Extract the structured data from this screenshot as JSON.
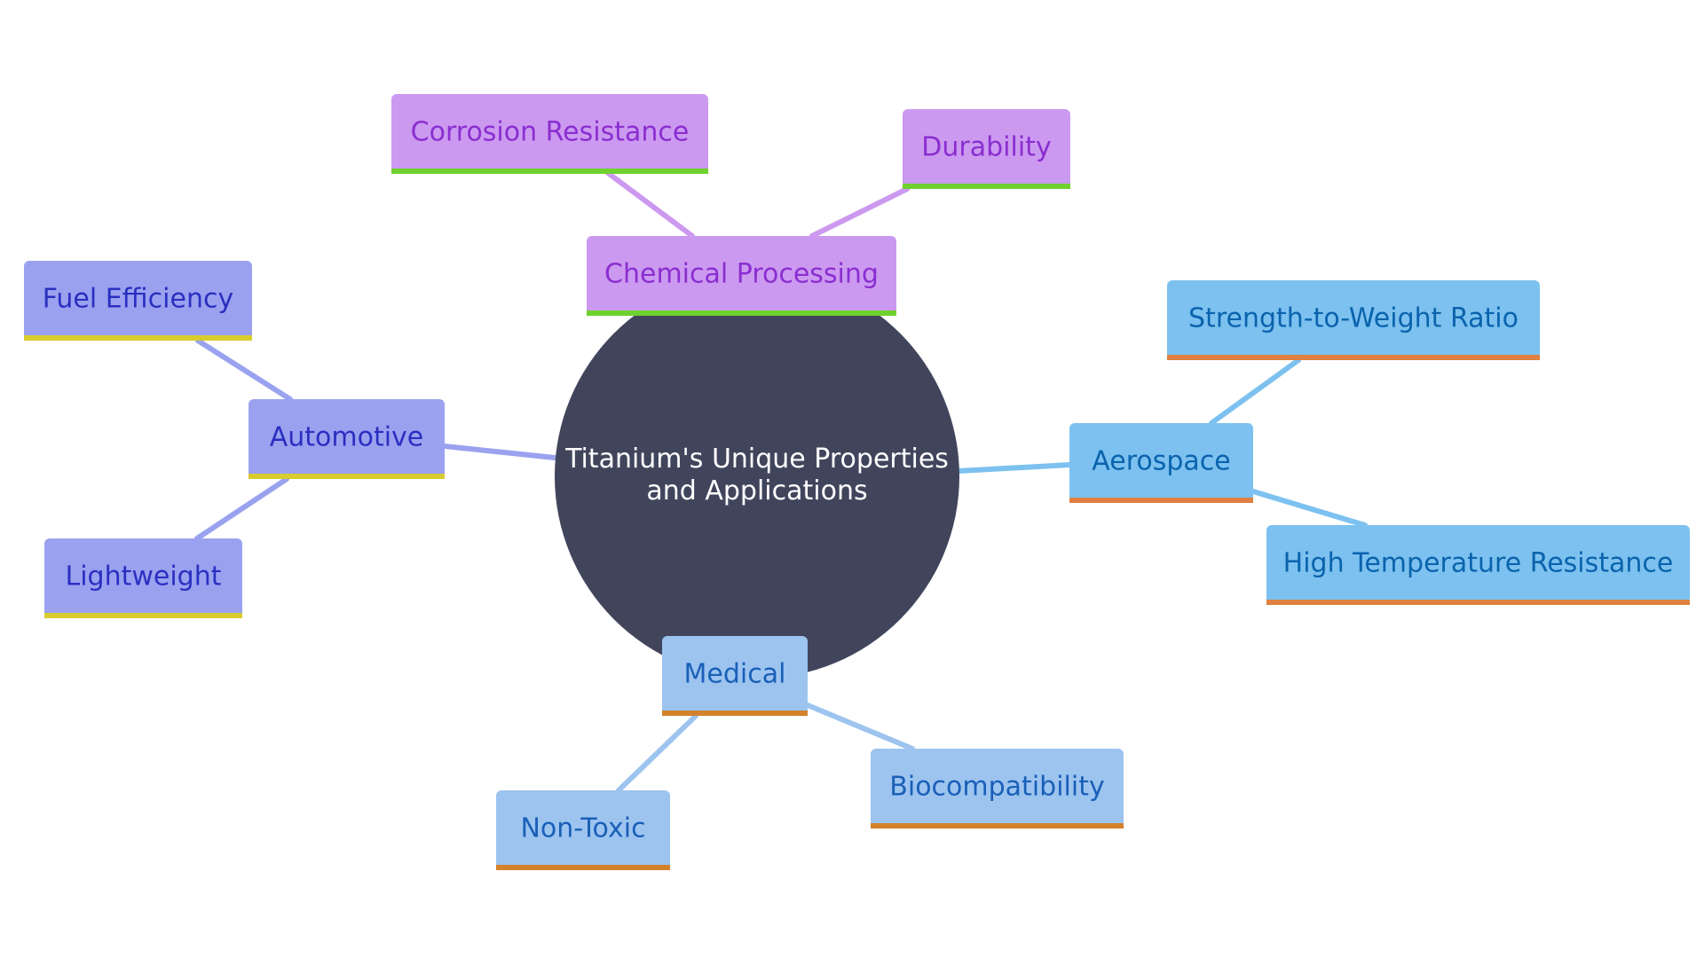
{
  "diagram": {
    "type": "mindmap",
    "root": {
      "label_line1": "Titanium's Unique Properties",
      "label_line2": "and Applications",
      "color": "#41455c"
    },
    "branches": [
      {
        "key": "chemical",
        "label": "Chemical Processing",
        "fill": "#cc99f0",
        "text_color": "#8a2ed0",
        "underline": "#6fd12e",
        "children": [
          {
            "key": "corrosion",
            "label": "Corrosion Resistance"
          },
          {
            "key": "durability",
            "label": "Durability"
          }
        ]
      },
      {
        "key": "aerospace",
        "label": "Aerospace",
        "fill": "#7cc1ef",
        "text_color": "#0a63ad",
        "underline": "#e08040",
        "children": [
          {
            "key": "strength",
            "label": "Strength-to-Weight Ratio"
          },
          {
            "key": "hightemp",
            "label": "High Temperature Resistance"
          }
        ]
      },
      {
        "key": "medical",
        "label": "Medical",
        "fill": "#9cc4ef",
        "text_color": "#1a5fb8",
        "underline": "#d4812c",
        "children": [
          {
            "key": "biocompat",
            "label": "Biocompatibility"
          },
          {
            "key": "nontoxic",
            "label": "Non-Toxic"
          }
        ]
      },
      {
        "key": "automotive",
        "label": "Automotive",
        "fill": "#9aa2f0",
        "text_color": "#2b2fc0",
        "underline": "#d9cc2e",
        "children": [
          {
            "key": "fuel",
            "label": "Fuel Efficiency"
          },
          {
            "key": "lightweight",
            "label": "Lightweight"
          }
        ]
      }
    ]
  }
}
